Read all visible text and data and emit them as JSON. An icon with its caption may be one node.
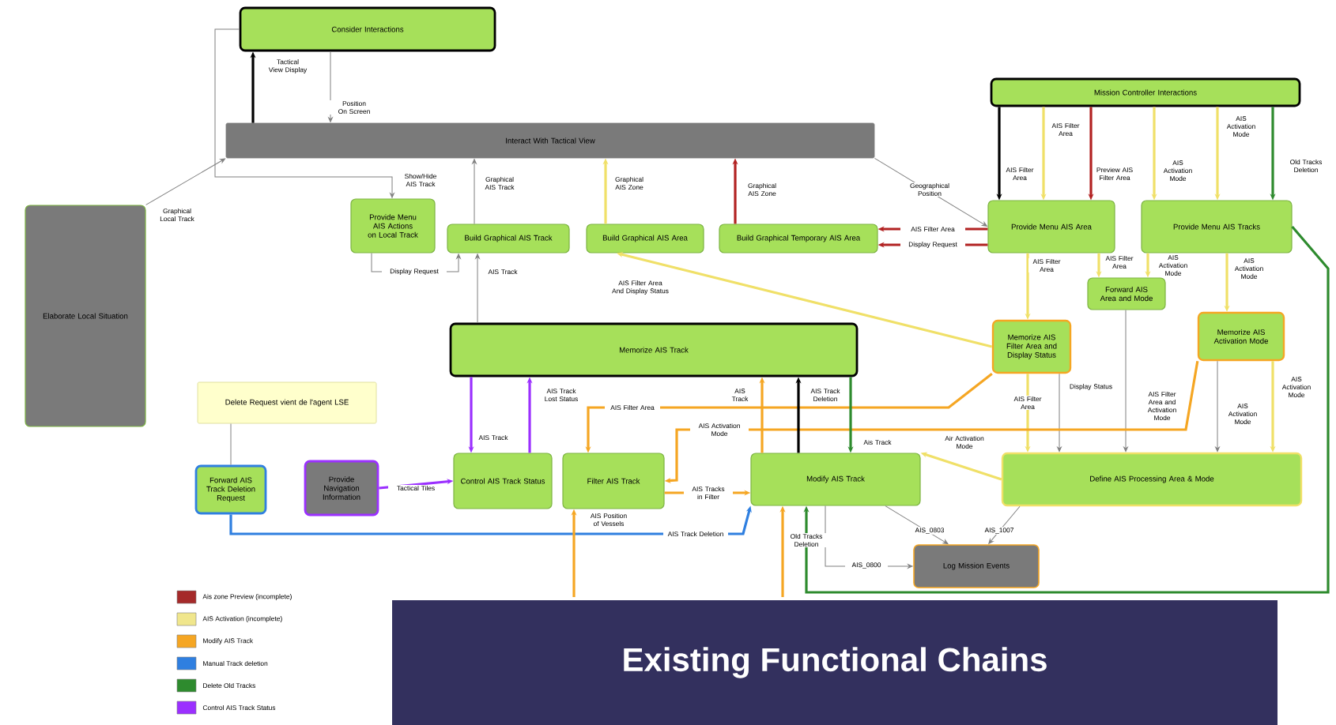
{
  "diagram": {
    "title": "Existing Functional Chains",
    "nodes": [
      {
        "text": [
          "Consider Interactions"
        ]
      },
      {
        "text": [
          "Interact With Tactical View"
        ]
      },
      {
        "text": [
          "Elaborate Local Situation"
        ]
      },
      {
        "text": [
          "Provide Menu AIS Actions on Local Track"
        ]
      },
      {
        "text": [
          "Build Graphical AIS Track"
        ]
      },
      {
        "text": [
          "Build Graphical AIS Area"
        ]
      },
      {
        "text": [
          "Build Graphical Temporary AIS Area"
        ]
      },
      {
        "text": [
          "Mission Controller Interactions"
        ]
      },
      {
        "text": [
          "Provide Menu AIS Area"
        ]
      },
      {
        "text": [
          "Provide Menu AIS Tracks"
        ]
      },
      {
        "text": [
          "Forward AIS Area and Mode"
        ]
      },
      {
        "text": [
          "Memorize AIS Filter Area and Display Status"
        ]
      },
      {
        "text": [
          "Memorize AIS Activation Mode"
        ]
      },
      {
        "text": [
          "Memorize AIS Track"
        ]
      },
      {
        "text": [
          "Delete Request vient de l'agent LSE"
        ]
      },
      {
        "text": [
          "Forward AIS Track Deletion Request"
        ]
      },
      {
        "text": [
          "Provide Navigation Information"
        ]
      },
      {
        "text": [
          "Control AIS Track Status"
        ]
      },
      {
        "text": [
          "Filter AIS Track"
        ]
      },
      {
        "text": [
          "Modify AIS Track"
        ]
      },
      {
        "text": [
          "Define AIS Processing Area & Mode"
        ]
      },
      {
        "text": [
          "Log Mission Events"
        ]
      }
    ],
    "edges": [
      {
        "from": 1,
        "to": 0,
        "arrow": "to",
        "label": "Tactical View Display",
        "color": "#000000"
      },
      {
        "from": 0,
        "to": 1,
        "arrow": "to",
        "label": "Position On Screen"
      },
      {
        "from": 0,
        "to": 3,
        "arrow": "to",
        "label": "Show/Hide AIS Track"
      },
      {
        "from": 4,
        "to": 1,
        "arrow": "to",
        "label": "Graphical AIS Track"
      },
      {
        "from": 5,
        "to": 1,
        "arrow": "to",
        "label": "Graphical AIS Zone",
        "color": "#f0e068"
      },
      {
        "from": 2,
        "to": 1,
        "arrow": "to",
        "label": "Graphical Local Track"
      },
      {
        "from": 6,
        "to": 1,
        "arrow": "to",
        "label": "Graphical AIS Zone",
        "color": "#b22222"
      },
      {
        "from": 3,
        "to": 4,
        "arrow": "to",
        "label": "Display Request"
      },
      {
        "from": 13,
        "to": 4,
        "arrow": "to",
        "label": "AIS Track"
      },
      {
        "from": 11,
        "to": 5,
        "arrow": "to",
        "label": "AIS Filter Area And Display Status",
        "color": "#f0e068"
      },
      {
        "from": 8,
        "to": 6,
        "arrow": "to",
        "label": "AIS Filter Area",
        "color": "#b22222"
      },
      {
        "from": 8,
        "to": 6,
        "arrow": "to",
        "label": "Display Request",
        "color": "#b22222"
      },
      {
        "from": 1,
        "to": 8,
        "arrow": "to",
        "label": "Geographical Position"
      },
      {
        "from": 7,
        "to": 8,
        "arrow": "to",
        "label": "AIS Filter Area",
        "color": "#000000"
      },
      {
        "from": 7,
        "to": 8,
        "arrow": "to",
        "label": "AIS Filter Area",
        "color": "#f0e068"
      },
      {
        "from": 7,
        "to": 8,
        "arrow": "to",
        "label": "Preview AIS Filter Area",
        "color": "#b22222"
      },
      {
        "from": 7,
        "to": 9,
        "arrow": "to",
        "label": "AIS Activation Mode",
        "color": "#f0e068"
      },
      {
        "from": 7,
        "to": 9,
        "arrow": "to",
        "label": "AIS Activation Mode",
        "color": "#f0e068"
      },
      {
        "from": 7,
        "to": 9,
        "arrow": "to",
        "label": "Old Tracks Deletion",
        "color": "#2e8b2e"
      },
      {
        "from": 8,
        "to": 11,
        "arrow": "to",
        "label": "AIS Filter Area",
        "color": "#f0e068"
      },
      {
        "from": 8,
        "to": 10,
        "arrow": "to",
        "label": "AIS Filter Area",
        "color": "#f0e068"
      },
      {
        "from": 9,
        "to": 10,
        "arrow": "to",
        "label": "AIS Activation Mode",
        "color": "#f0e068"
      },
      {
        "from": 9,
        "to": 12,
        "arrow": "to",
        "label": "AIS Activation Mode",
        "color": "#f0e068"
      },
      {
        "from": 11,
        "to": 20,
        "arrow": "to",
        "label": "AIS Filter Area",
        "color": "#f0e068"
      },
      {
        "from": 11,
        "to": 20,
        "arrow": "to",
        "label": "Display Status"
      },
      {
        "from": 10,
        "to": 20,
        "arrow": "to",
        "label": "AIS Filter Area and Activation Mode"
      },
      {
        "from": 12,
        "to": 20,
        "arrow": "to",
        "label": "AIS Activation Mode"
      },
      {
        "from": 12,
        "to": 20,
        "arrow": "to",
        "label": "AIS Activation Mode",
        "color": "#f0e068"
      },
      {
        "from": 16,
        "to": 17,
        "arrow": "to",
        "label": "Tactical Tiles",
        "color": "#9b30ff"
      },
      {
        "from": 13,
        "to": 17,
        "arrow": "to",
        "label": "AIS Track",
        "color": "#9b30ff"
      },
      {
        "from": 17,
        "to": 13,
        "arrow": "to",
        "label": "AIS Track Lost Status",
        "color": "#9b30ff"
      },
      {
        "from": 11,
        "to": 18,
        "arrow": "to",
        "label": "AIS Filter Area",
        "color": "#f5a623"
      },
      {
        "from": 12,
        "to": 18,
        "arrow": "to",
        "label": "AIS Activation Mode",
        "color": "#f5a623"
      },
      {
        "from": 18,
        "to": 19,
        "arrow": "to",
        "label": "AIS Tracks in Filter",
        "color": "#f5a623"
      },
      {
        "from": 19,
        "to": 13,
        "arrow": "to",
        "label": "AIS Track",
        "color": "#f5a623"
      },
      {
        "from": 19,
        "to": 13,
        "arrow": "to",
        "label": "AIS Track Deletion",
        "color": "#000000"
      },
      {
        "from": 13,
        "to": 19,
        "arrow": "to",
        "label": "Ais Track",
        "color": "#2e8b2e"
      },
      {
        "from": 20,
        "to": 19,
        "arrow": "to",
        "label": "Air Activation Mode",
        "color": "#f0e068"
      },
      {
        "from": 15,
        "to": 19,
        "arrow": "to",
        "label": "AIS Track Deletion",
        "color": "#2f7fe0"
      },
      {
        "from": null,
        "to": 18,
        "arrow": "to",
        "label": "AIS Position of Vessels",
        "color": "#f5a623"
      },
      {
        "from": null,
        "to": 19,
        "arrow": "to",
        "color": "#f5a623"
      },
      {
        "from": 9,
        "to": 19,
        "arrow": "to",
        "label": "Old Tracks Deletion",
        "color": "#2e8b2e"
      },
      {
        "from": 19,
        "to": 21,
        "arrow": "to",
        "label": "AIS_0800"
      },
      {
        "from": 19,
        "to": 21,
        "arrow": "to",
        "label": "AIS_0803"
      },
      {
        "from": 20,
        "to": 21,
        "arrow": "to",
        "label": "AIS_1007"
      },
      {
        "from": 14,
        "to": 15,
        "arrow": "none"
      }
    ],
    "legend": [
      {
        "text": "Ais zone Preview (incomplete)",
        "color": "#a52a2a"
      },
      {
        "text": "AIS Activation (incomplete)",
        "color": "#f0e68c"
      },
      {
        "text": "Modify AIS Track",
        "color": "#f5a623"
      },
      {
        "text": "Manual Track deletion",
        "color": "#2f7fe0"
      },
      {
        "text": "Delete Old Tracks",
        "color": "#2e8b2e"
      },
      {
        "text": "Control AIS Track Status",
        "color": "#9b30ff"
      }
    ]
  }
}
